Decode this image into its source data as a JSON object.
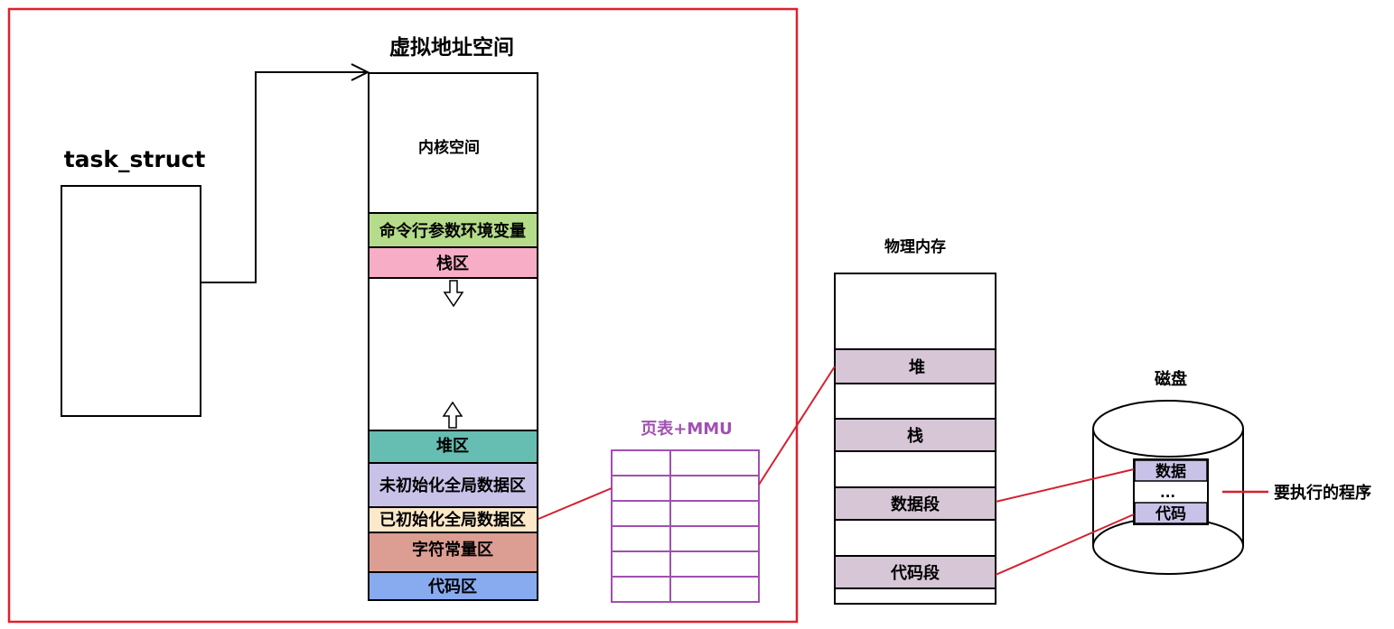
{
  "task_struct": {
    "label": "task_struct"
  },
  "virtual_space": {
    "title": "虚拟地址空间",
    "segments": {
      "kernel": "内核空间",
      "args_env": "命令行参数环境变量",
      "stack": "栈区",
      "heap": "堆区",
      "bss": "未初始化全局数据区",
      "data": "已初始化全局数据区",
      "rodata": "字符常量区",
      "code": "代码区"
    }
  },
  "page_table": {
    "label": "页表+MMU"
  },
  "physical_memory": {
    "title": "物理内存",
    "segments": {
      "heap": "堆",
      "stack": "栈",
      "data": "数据段",
      "code": "代码段"
    }
  },
  "disk": {
    "title": "磁盘",
    "items": {
      "data": "数据",
      "ellipsis": "...",
      "code": "代码"
    },
    "program_label": "要执行的程序"
  },
  "colors": {
    "frame": "#e0202a",
    "link": "#d42030",
    "page_table": "#a050b0",
    "args_env": "#b5dc8a",
    "stack": "#f8adc7",
    "heap": "#66bdb1",
    "bss": "#c8c2e8",
    "data": "#fde9c9",
    "rodata": "#dc9d92",
    "code": "#88abf0",
    "phys_segment": "#d6c6d6",
    "disk_item": "#c8c2e8"
  }
}
